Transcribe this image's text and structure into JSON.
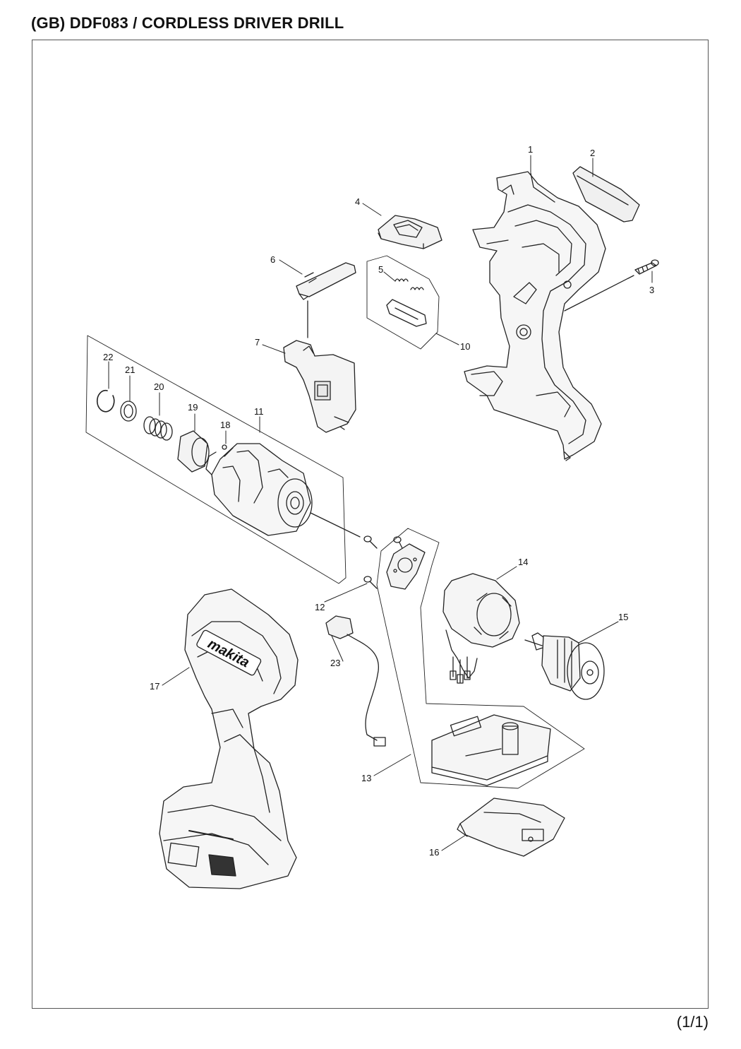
{
  "page": {
    "title": "(GB) DDF083 / CORDLESS DRIVER DRILL",
    "pager": "(1/1)"
  },
  "diagram": {
    "callouts": {
      "p1": "1",
      "p2": "2",
      "p3": "3",
      "p4": "4",
      "p5": "5",
      "p6": "6",
      "p7": "7",
      "p10": "10",
      "p11": "11",
      "p12": "12",
      "p13": "13",
      "p14": "14",
      "p15": "15",
      "p16": "16",
      "p17": "17",
      "p18": "18",
      "p19": "19",
      "p20": "20",
      "p21": "21",
      "p22": "22",
      "p23": "23"
    },
    "logo_text": "makita"
  }
}
